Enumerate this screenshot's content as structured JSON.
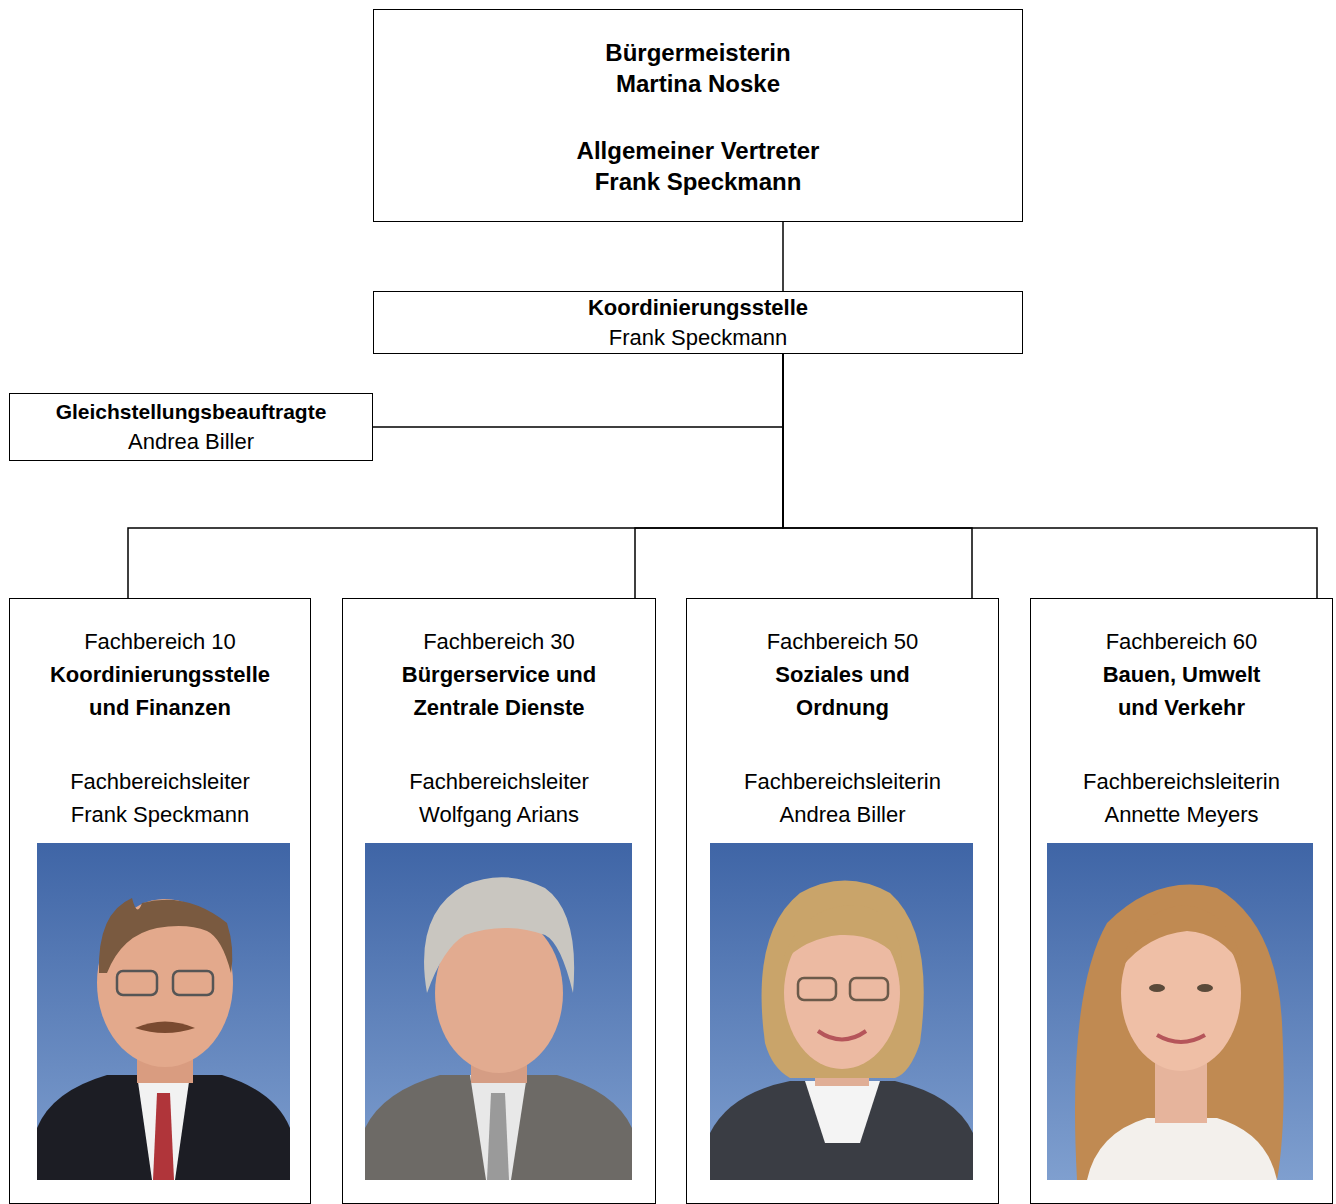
{
  "diagram": {
    "nodes": [
      {
        "text": [
          "Bürgermeisterin Martina Noske",
          "Allgemeiner Vertreter Frank Speckmann"
        ]
      },
      {
        "text": [
          "Koordinierungsstelle",
          "Frank Speckmann"
        ]
      },
      {
        "text": [
          "Gleichstellungsbeauftragte",
          "Andrea Biller"
        ]
      },
      {
        "text": [
          "Fachbereich 10",
          "Koordinierungsstelle und Finanzen",
          "Fachbereichsleiter Frank Speckmann"
        ]
      },
      {
        "text": [
          "Fachbereich 30",
          "Bürgerservice und Zentrale Dienste",
          "Fachbereichsleiter Wolfgang Arians"
        ]
      },
      {
        "text": [
          "Fachbereich 50",
          "Soziales und Ordnung",
          "Fachbereichsleiterin Andrea Biller"
        ]
      },
      {
        "text": [
          "Fachbereich 60",
          "Bauen, Umwelt und Verkehr",
          "Fachbereichsleiterin Annette Meyers"
        ]
      }
    ],
    "edges": [
      {
        "from": 0,
        "to": 1,
        "arrow": "none"
      },
      {
        "from": 1,
        "to": 2,
        "arrow": "none"
      },
      {
        "from": 1,
        "to": 3,
        "arrow": "none"
      },
      {
        "from": 1,
        "to": 4,
        "arrow": "none"
      },
      {
        "from": 1,
        "to": 5,
        "arrow": "none"
      },
      {
        "from": 1,
        "to": 6,
        "arrow": "none"
      }
    ]
  }
}
